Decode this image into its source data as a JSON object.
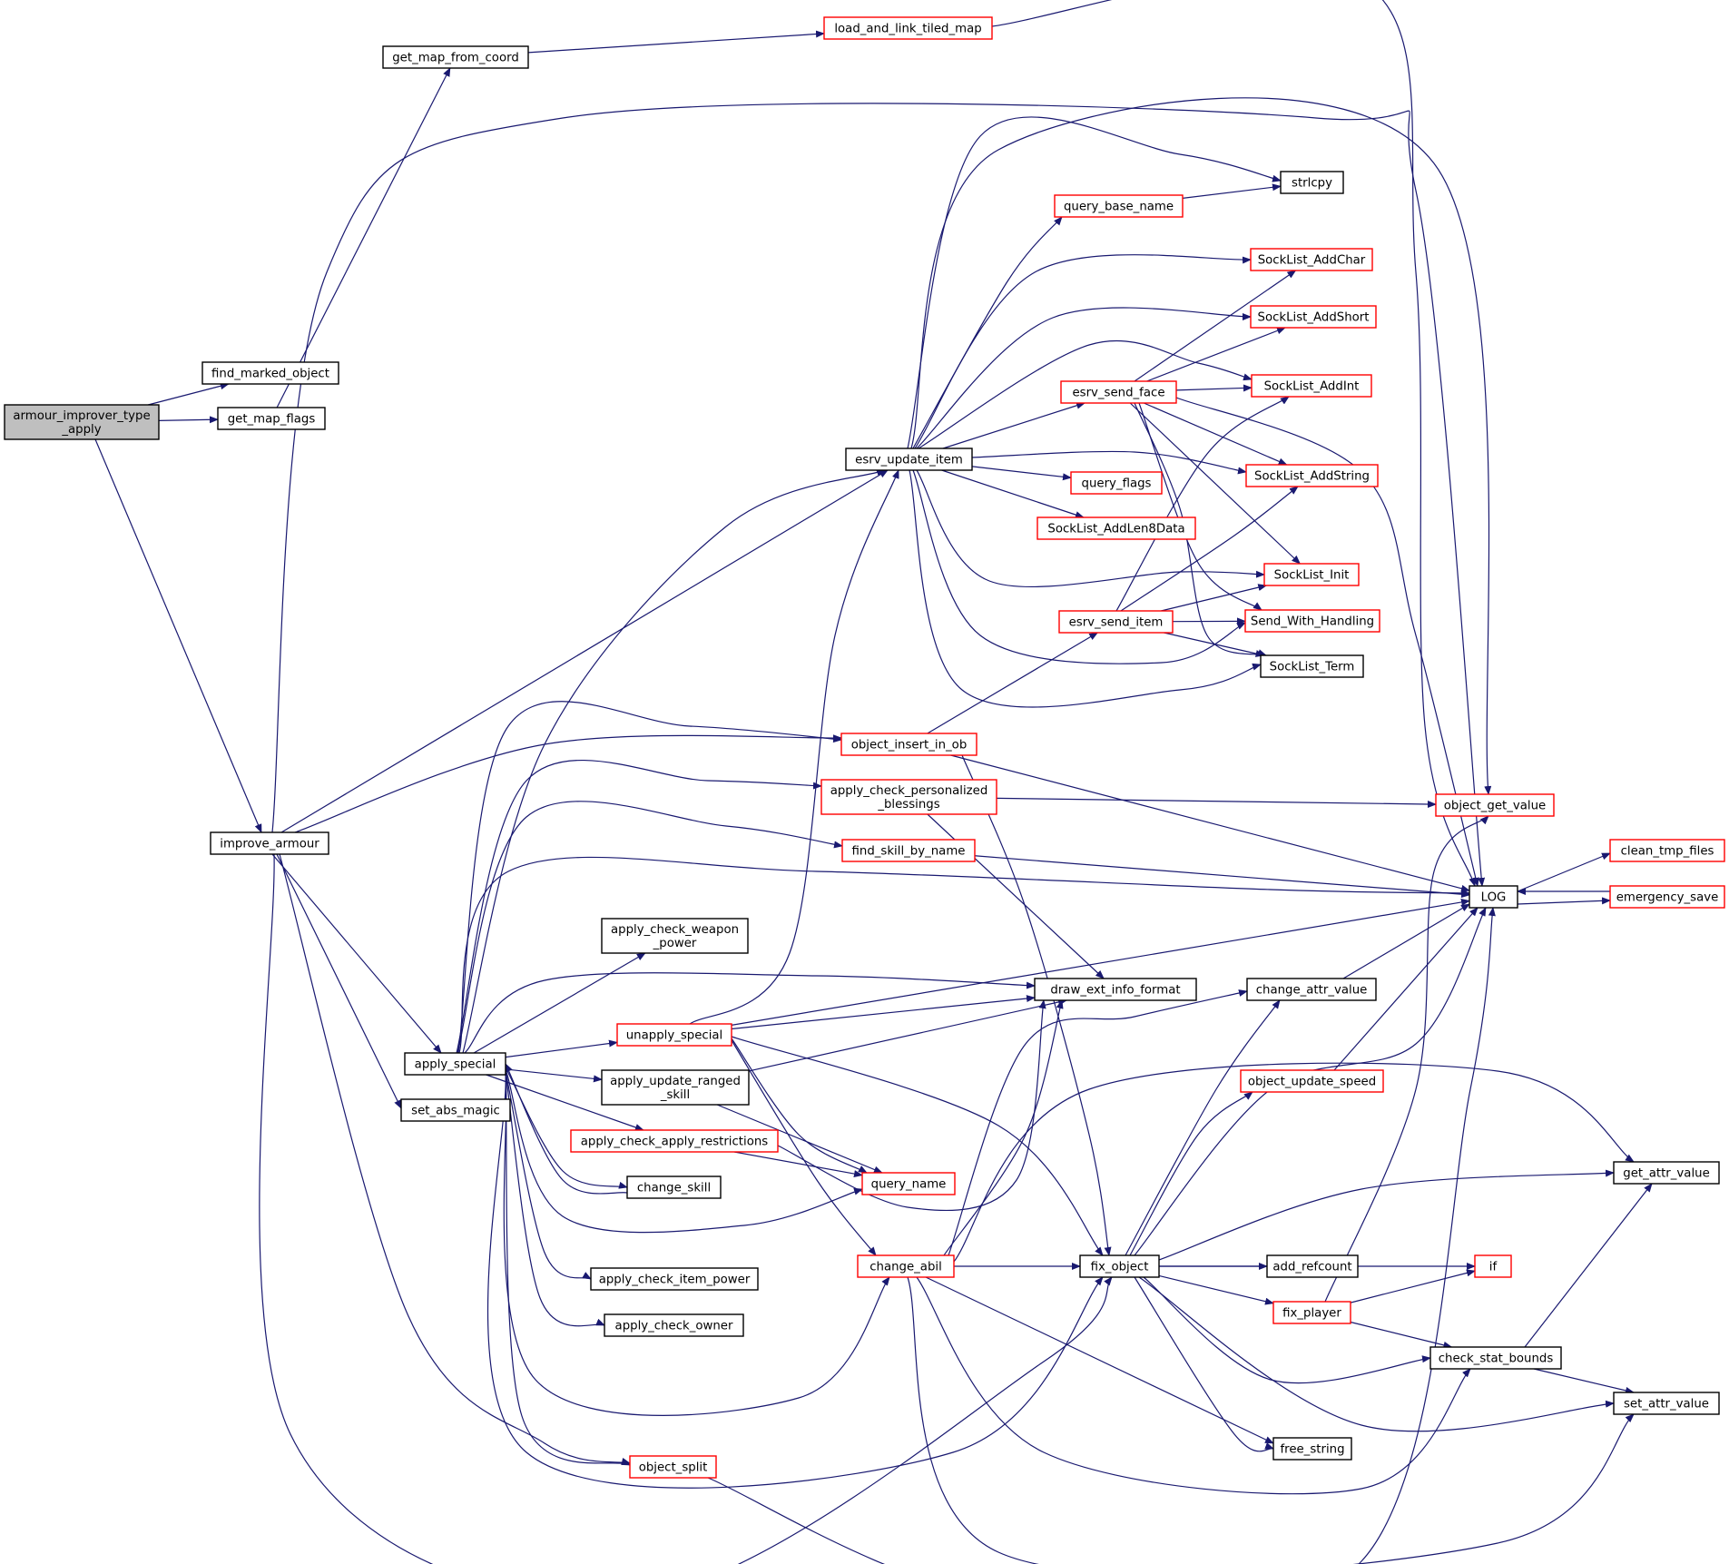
{
  "graph": {
    "colors": {
      "edge": "#191970",
      "root_fill": "#bfbfbf",
      "root_border": "#000000",
      "plain_border": "#000000",
      "linked_border": "#ff0000",
      "background": "#ffffff"
    },
    "nodes": [
      {
        "id": "n_root",
        "lines": [
          "armour_improver_type",
          "_apply"
        ],
        "style": "root"
      },
      {
        "id": "n_find_marked",
        "lines": [
          "find_marked_object"
        ],
        "style": "plain"
      },
      {
        "id": "n_get_map_flags",
        "lines": [
          "get_map_flags"
        ],
        "style": "plain"
      },
      {
        "id": "n_improve_armour",
        "lines": [
          "improve_armour"
        ],
        "style": "plain"
      },
      {
        "id": "n_get_map_from_coord",
        "lines": [
          "get_map_from_coord"
        ],
        "style": "plain"
      },
      {
        "id": "n_load_and_link",
        "lines": [
          "load_and_link_tiled_map"
        ],
        "style": "linked"
      },
      {
        "id": "n_apply_special",
        "lines": [
          "apply_special"
        ],
        "style": "plain"
      },
      {
        "id": "n_set_abs_magic",
        "lines": [
          "set_abs_magic"
        ],
        "style": "plain"
      },
      {
        "id": "n_object_split",
        "lines": [
          "object_split"
        ],
        "style": "linked"
      },
      {
        "id": "n_esrv_update_item",
        "lines": [
          "esrv_update_item"
        ],
        "style": "plain"
      },
      {
        "id": "n_object_insert_in_ob",
        "lines": [
          "object_insert_in_ob"
        ],
        "style": "linked"
      },
      {
        "id": "n_apply_check_personalized",
        "lines": [
          "apply_check_personalized",
          "_blessings"
        ],
        "style": "linked"
      },
      {
        "id": "n_find_skill_by_name",
        "lines": [
          "find_skill_by_name"
        ],
        "style": "linked"
      },
      {
        "id": "n_apply_check_weapon_power",
        "lines": [
          "apply_check_weapon",
          "_power"
        ],
        "style": "plain"
      },
      {
        "id": "n_unapply_special",
        "lines": [
          "unapply_special"
        ],
        "style": "linked"
      },
      {
        "id": "n_apply_update_ranged_skill",
        "lines": [
          "apply_update_ranged",
          "_skill"
        ],
        "style": "plain"
      },
      {
        "id": "n_apply_check_apply_restrictions",
        "lines": [
          "apply_check_apply_restrictions"
        ],
        "style": "linked"
      },
      {
        "id": "n_change_skill",
        "lines": [
          "change_skill"
        ],
        "style": "plain"
      },
      {
        "id": "n_apply_check_item_power",
        "lines": [
          "apply_check_item_power"
        ],
        "style": "plain"
      },
      {
        "id": "n_apply_check_owner",
        "lines": [
          "apply_check_owner"
        ],
        "style": "plain"
      },
      {
        "id": "n_change_abil",
        "lines": [
          "change_abil"
        ],
        "style": "linked"
      },
      {
        "id": "n_query_name",
        "lines": [
          "query_name"
        ],
        "style": "linked"
      },
      {
        "id": "n_query_base_name",
        "lines": [
          "query_base_name"
        ],
        "style": "linked"
      },
      {
        "id": "n_esrv_send_face",
        "lines": [
          "esrv_send_face"
        ],
        "style": "linked"
      },
      {
        "id": "n_query_flags",
        "lines": [
          "query_flags"
        ],
        "style": "linked"
      },
      {
        "id": "n_SockList_AddLen8Data",
        "lines": [
          "SockList_AddLen8Data"
        ],
        "style": "linked"
      },
      {
        "id": "n_esrv_send_item",
        "lines": [
          "esrv_send_item"
        ],
        "style": "linked"
      },
      {
        "id": "n_draw_ext_info_format",
        "lines": [
          "draw_ext_info_format"
        ],
        "style": "plain"
      },
      {
        "id": "n_fix_object",
        "lines": [
          "fix_object"
        ],
        "style": "plain"
      },
      {
        "id": "n_strlcpy",
        "lines": [
          "strlcpy"
        ],
        "style": "plain"
      },
      {
        "id": "n_SockList_AddChar",
        "lines": [
          "SockList_AddChar"
        ],
        "style": "linked"
      },
      {
        "id": "n_SockList_AddShort",
        "lines": [
          "SockList_AddShort"
        ],
        "style": "linked"
      },
      {
        "id": "n_SockList_AddInt",
        "lines": [
          "SockList_AddInt"
        ],
        "style": "linked"
      },
      {
        "id": "n_SockList_AddString",
        "lines": [
          "SockList_AddString"
        ],
        "style": "linked"
      },
      {
        "id": "n_SockList_Init",
        "lines": [
          "SockList_Init"
        ],
        "style": "linked"
      },
      {
        "id": "n_Send_With_Handling",
        "lines": [
          "Send_With_Handling"
        ],
        "style": "linked"
      },
      {
        "id": "n_SockList_Term",
        "lines": [
          "SockList_Term"
        ],
        "style": "plain"
      },
      {
        "id": "n_change_attr_value",
        "lines": [
          "change_attr_value"
        ],
        "style": "plain"
      },
      {
        "id": "n_object_update_speed",
        "lines": [
          "object_update_speed"
        ],
        "style": "linked"
      },
      {
        "id": "n_add_refcount",
        "lines": [
          "add_refcount"
        ],
        "style": "plain"
      },
      {
        "id": "n_fix_player",
        "lines": [
          "fix_player"
        ],
        "style": "linked"
      },
      {
        "id": "n_free_string",
        "lines": [
          "free_string"
        ],
        "style": "plain"
      },
      {
        "id": "n_object_get_value",
        "lines": [
          "object_get_value"
        ],
        "style": "linked"
      },
      {
        "id": "n_LOG",
        "lines": [
          "LOG"
        ],
        "style": "plain"
      },
      {
        "id": "n_if",
        "lines": [
          "if"
        ],
        "style": "linked"
      },
      {
        "id": "n_check_stat_bounds",
        "lines": [
          "check_stat_bounds"
        ],
        "style": "plain"
      },
      {
        "id": "n_clean_tmp_files",
        "lines": [
          "clean_tmp_files"
        ],
        "style": "linked"
      },
      {
        "id": "n_emergency_save",
        "lines": [
          "emergency_save"
        ],
        "style": "linked"
      },
      {
        "id": "n_get_attr_value",
        "lines": [
          "get_attr_value"
        ],
        "style": "plain"
      },
      {
        "id": "n_set_attr_value",
        "lines": [
          "set_attr_value"
        ],
        "style": "plain"
      }
    ],
    "edges": [
      [
        "n_root",
        "n_find_marked"
      ],
      [
        "n_root",
        "n_get_map_flags"
      ],
      [
        "n_root",
        "n_improve_armour"
      ],
      [
        "n_get_map_flags",
        "n_get_map_from_coord"
      ],
      [
        "n_get_map_from_coord",
        "n_load_and_link"
      ],
      [
        "n_load_and_link",
        "n_LOG"
      ],
      [
        "n_improve_armour",
        "n_LOG"
      ],
      [
        "n_improve_armour",
        "n_esrv_update_item"
      ],
      [
        "n_improve_armour",
        "n_object_insert_in_ob"
      ],
      [
        "n_improve_armour",
        "n_apply_special"
      ],
      [
        "n_improve_armour",
        "n_set_abs_magic"
      ],
      [
        "n_improve_armour",
        "n_object_split"
      ],
      [
        "n_improve_armour",
        "n_fix_object"
      ],
      [
        "n_apply_special",
        "n_esrv_update_item"
      ],
      [
        "n_apply_special",
        "n_object_insert_in_ob"
      ],
      [
        "n_apply_special",
        "n_apply_check_personalized"
      ],
      [
        "n_apply_special",
        "n_find_skill_by_name"
      ],
      [
        "n_apply_special",
        "n_LOG"
      ],
      [
        "n_apply_special",
        "n_apply_check_weapon_power"
      ],
      [
        "n_apply_special",
        "n_draw_ext_info_format"
      ],
      [
        "n_apply_special",
        "n_unapply_special"
      ],
      [
        "n_apply_special",
        "n_apply_update_ranged_skill"
      ],
      [
        "n_apply_special",
        "n_apply_check_apply_restrictions"
      ],
      [
        "n_apply_special",
        "n_change_skill"
      ],
      [
        "n_apply_special",
        "n_query_name"
      ],
      [
        "n_apply_special",
        "n_apply_check_item_power"
      ],
      [
        "n_apply_special",
        "n_apply_check_owner"
      ],
      [
        "n_apply_special",
        "n_change_abil"
      ],
      [
        "n_apply_special",
        "n_fix_object"
      ],
      [
        "n_apply_special",
        "n_object_split"
      ],
      [
        "n_change_skill",
        "n_apply_special"
      ],
      [
        "n_esrv_update_item",
        "n_strlcpy"
      ],
      [
        "n_esrv_update_item",
        "n_object_get_value"
      ],
      [
        "n_esrv_update_item",
        "n_query_base_name"
      ],
      [
        "n_esrv_update_item",
        "n_SockList_AddChar"
      ],
      [
        "n_esrv_update_item",
        "n_SockList_AddShort"
      ],
      [
        "n_esrv_update_item",
        "n_SockList_AddInt"
      ],
      [
        "n_esrv_update_item",
        "n_esrv_send_face"
      ],
      [
        "n_esrv_update_item",
        "n_SockList_AddString"
      ],
      [
        "n_esrv_update_item",
        "n_query_flags"
      ],
      [
        "n_esrv_update_item",
        "n_SockList_AddLen8Data"
      ],
      [
        "n_esrv_update_item",
        "n_SockList_Init"
      ],
      [
        "n_esrv_update_item",
        "n_Send_With_Handling"
      ],
      [
        "n_esrv_update_item",
        "n_SockList_Term"
      ],
      [
        "n_query_base_name",
        "n_strlcpy"
      ],
      [
        "n_esrv_send_face",
        "n_SockList_AddChar"
      ],
      [
        "n_esrv_send_face",
        "n_SockList_AddShort"
      ],
      [
        "n_esrv_send_face",
        "n_SockList_AddInt"
      ],
      [
        "n_esrv_send_face",
        "n_SockList_AddString"
      ],
      [
        "n_esrv_send_face",
        "n_SockList_Init"
      ],
      [
        "n_esrv_send_face",
        "n_Send_With_Handling"
      ],
      [
        "n_esrv_send_face",
        "n_SockList_Term"
      ],
      [
        "n_esrv_send_face",
        "n_LOG"
      ],
      [
        "n_esrv_send_item",
        "n_SockList_AddInt"
      ],
      [
        "n_esrv_send_item",
        "n_SockList_AddString"
      ],
      [
        "n_esrv_send_item",
        "n_SockList_Init"
      ],
      [
        "n_esrv_send_item",
        "n_Send_With_Handling"
      ],
      [
        "n_esrv_send_item",
        "n_SockList_Term"
      ],
      [
        "n_object_insert_in_ob",
        "n_esrv_send_item"
      ],
      [
        "n_object_insert_in_ob",
        "n_LOG"
      ],
      [
        "n_object_insert_in_ob",
        "n_fix_object"
      ],
      [
        "n_apply_check_personalized",
        "n_object_get_value"
      ],
      [
        "n_apply_check_personalized",
        "n_draw_ext_info_format"
      ],
      [
        "n_find_skill_by_name",
        "n_LOG"
      ],
      [
        "n_unapply_special",
        "n_esrv_update_item"
      ],
      [
        "n_unapply_special",
        "n_draw_ext_info_format"
      ],
      [
        "n_unapply_special",
        "n_LOG"
      ],
      [
        "n_unapply_special",
        "n_query_name"
      ],
      [
        "n_unapply_special",
        "n_change_abil"
      ],
      [
        "n_unapply_special",
        "n_fix_object"
      ],
      [
        "n_apply_update_ranged_skill",
        "n_draw_ext_info_format"
      ],
      [
        "n_apply_update_ranged_skill",
        "n_query_name"
      ],
      [
        "n_apply_check_apply_restrictions",
        "n_query_name"
      ],
      [
        "n_apply_check_apply_restrictions",
        "n_draw_ext_info_format"
      ],
      [
        "n_change_abil",
        "n_draw_ext_info_format"
      ],
      [
        "n_change_abil",
        "n_change_attr_value"
      ],
      [
        "n_change_abil",
        "n_get_attr_value"
      ],
      [
        "n_change_abil",
        "n_fix_object"
      ],
      [
        "n_change_abil",
        "n_free_string"
      ],
      [
        "n_change_abil",
        "n_check_stat_bounds"
      ],
      [
        "n_change_abil",
        "n_set_attr_value"
      ],
      [
        "n_fix_object",
        "n_change_attr_value"
      ],
      [
        "n_fix_object",
        "n_object_update_speed"
      ],
      [
        "n_fix_object",
        "n_LOG"
      ],
      [
        "n_fix_object",
        "n_get_attr_value"
      ],
      [
        "n_fix_object",
        "n_if"
      ],
      [
        "n_fix_object",
        "n_add_refcount"
      ],
      [
        "n_fix_object",
        "n_fix_player"
      ],
      [
        "n_fix_object",
        "n_check_stat_bounds"
      ],
      [
        "n_fix_object",
        "n_set_attr_value"
      ],
      [
        "n_fix_object",
        "n_free_string"
      ],
      [
        "n_change_attr_value",
        "n_LOG"
      ],
      [
        "n_object_update_speed",
        "n_LOG"
      ],
      [
        "n_fix_player",
        "n_object_get_value"
      ],
      [
        "n_fix_player",
        "n_if"
      ],
      [
        "n_fix_player",
        "n_check_stat_bounds"
      ],
      [
        "n_check_stat_bounds",
        "n_get_attr_value"
      ],
      [
        "n_check_stat_bounds",
        "n_set_attr_value"
      ],
      [
        "n_object_split",
        "n_LOG"
      ],
      [
        "n_LOG",
        "n_clean_tmp_files"
      ],
      [
        "n_LOG",
        "n_emergency_save"
      ],
      [
        "n_emergency_save",
        "n_LOG"
      ]
    ]
  }
}
